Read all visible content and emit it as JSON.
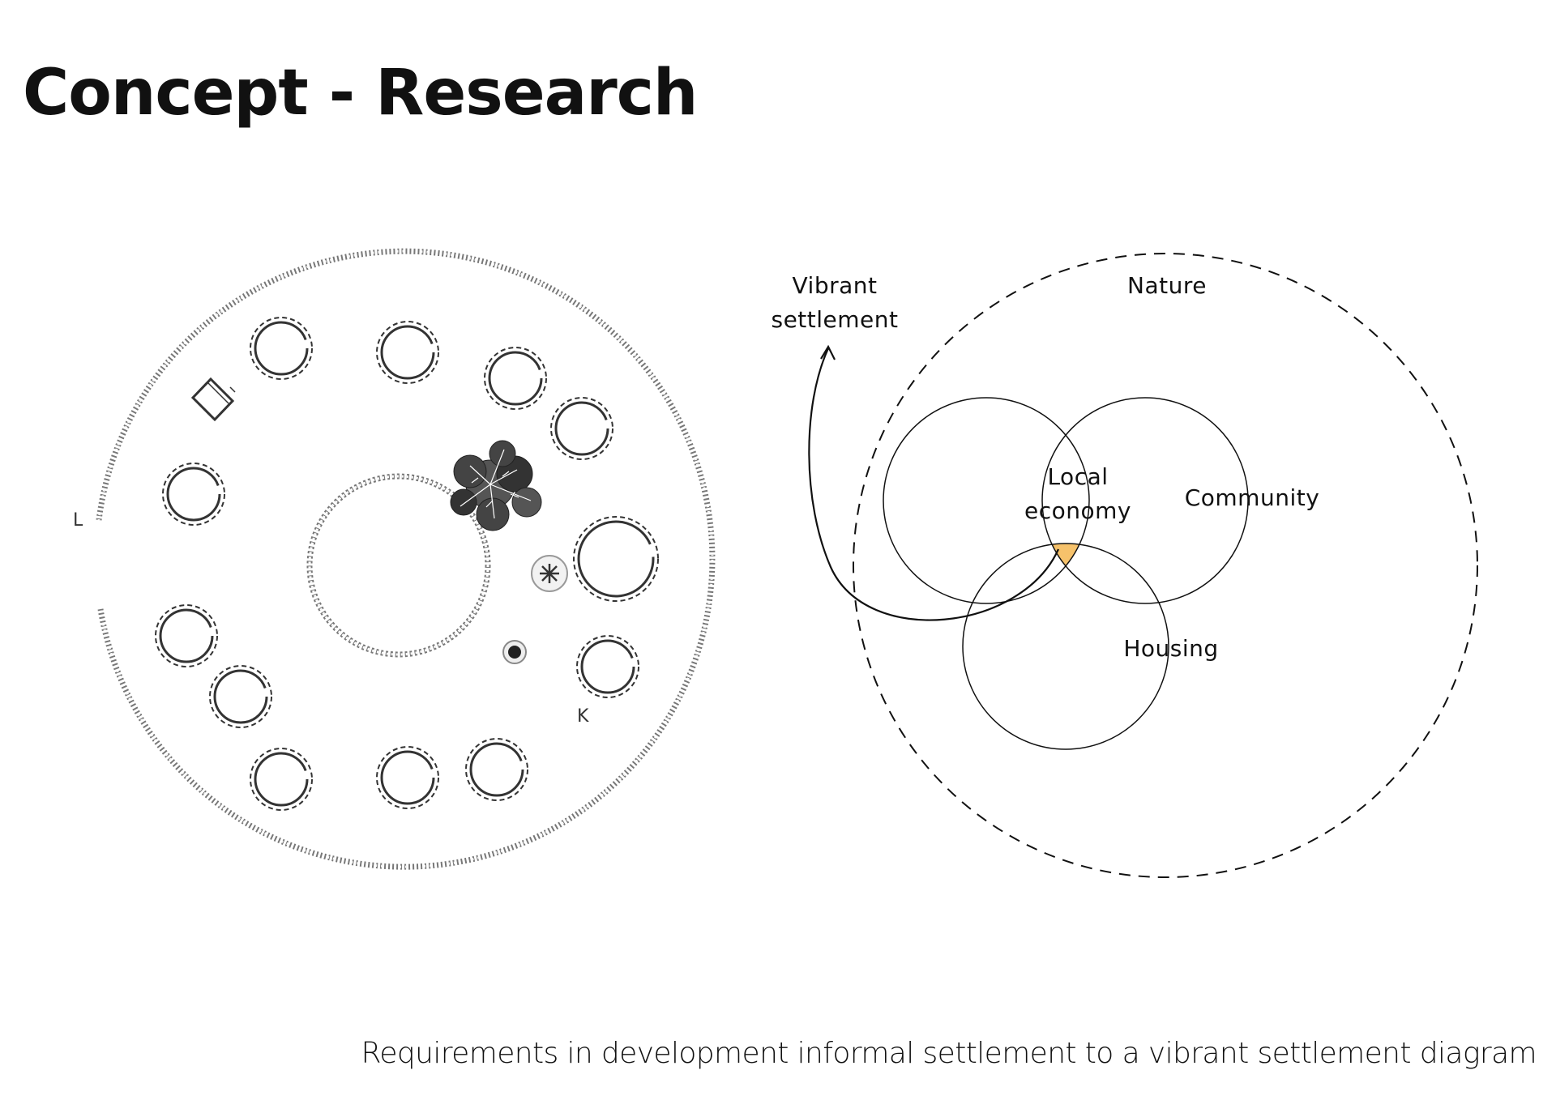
{
  "header": {
    "title": "Concept - Research"
  },
  "site_plan": {
    "label_l": "L",
    "label_k": "K"
  },
  "venn": {
    "outer_label": "Nature",
    "arrow_label_line1": "Vibrant",
    "arrow_label_line2": "settlement",
    "circle_a_line1": "Local",
    "circle_a_line2": "economy",
    "circle_b": "Community",
    "circle_c": "Housing",
    "intersection_color": "#f6c26b"
  },
  "footer": {
    "caption": "Requirements in development informal settlement to a vibrant settlement diagram"
  }
}
